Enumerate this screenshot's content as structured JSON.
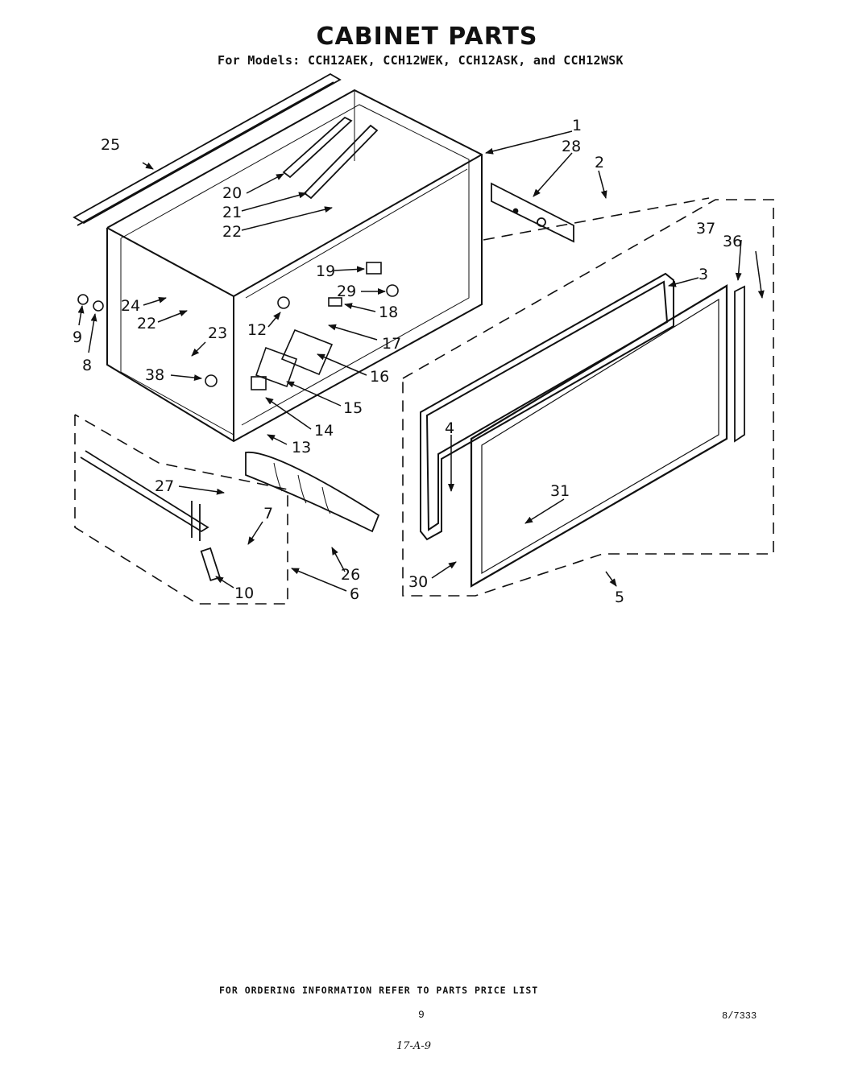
{
  "page": {
    "title": "CABINET PARTS",
    "subtitle": "For Models: CCH12AEK, CCH12WEK, CCH12ASK, and CCH12WSK",
    "footer": "FOR ORDERING INFORMATION REFER TO PARTS PRICE LIST",
    "page_number": "9",
    "doc_number": "8/7333",
    "handwritten": "17-A-9"
  },
  "part_labels": {
    "p1": "1",
    "p2": "2",
    "p3": "3",
    "p4": "4",
    "p5": "5",
    "p6": "6",
    "p7": "7",
    "p8": "8",
    "p9": "9",
    "p10": "10",
    "p12": "12",
    "p13": "13",
    "p14": "14",
    "p15": "15",
    "p16": "16",
    "p17": "17",
    "p18": "18",
    "p19": "19",
    "p20": "20",
    "p21": "21",
    "p22a": "22",
    "p22b": "22",
    "p23": "23",
    "p24": "24",
    "p25": "25",
    "p26": "26",
    "p27": "27",
    "p28": "28",
    "p29": "29",
    "p30": "30",
    "p31": "31",
    "p36": "36",
    "p37": "37",
    "p38": "38"
  }
}
